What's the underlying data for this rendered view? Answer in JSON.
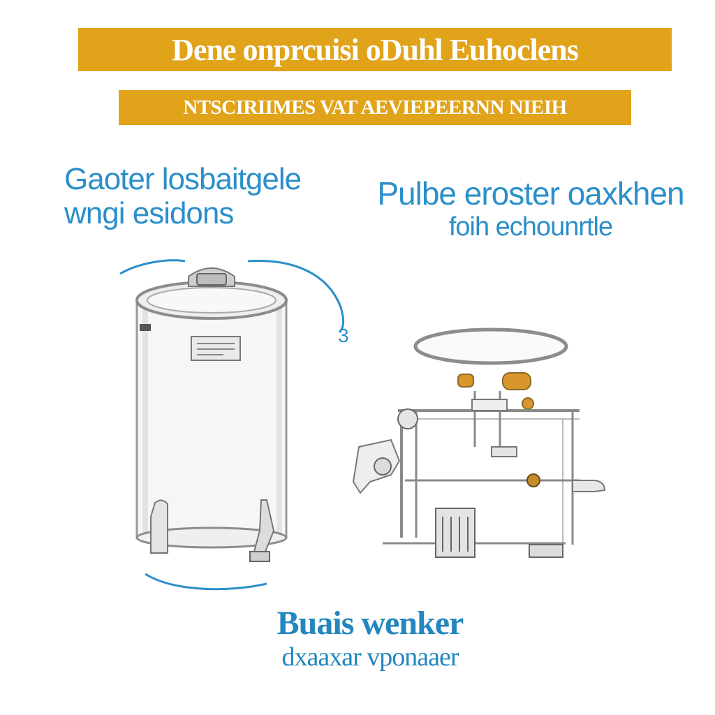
{
  "header": {
    "title": "Dene onprcuisi oDuhl Euhoclens",
    "subtitle": "NTSCIRIIMES VAT AEVIEPEERNN NIEIH",
    "accent_color": "#e0a31a"
  },
  "left_caption": {
    "line1": "Gaoter losbaitgele",
    "line2": "wngi esidons"
  },
  "right_caption": {
    "line1": "Pulbe eroster oaxkhen",
    "line2": "foih echounrtle"
  },
  "bottom_caption": {
    "line1": "Buais wenker",
    "line2": "dxaaxar vponaaer"
  },
  "arrow_label": "3",
  "colors": {
    "caption_blue": "#2b8fc9",
    "line_gray": "#8a8a8a",
    "tank_fill": "#f5f5f5",
    "knob_orange": "#d9962a"
  }
}
